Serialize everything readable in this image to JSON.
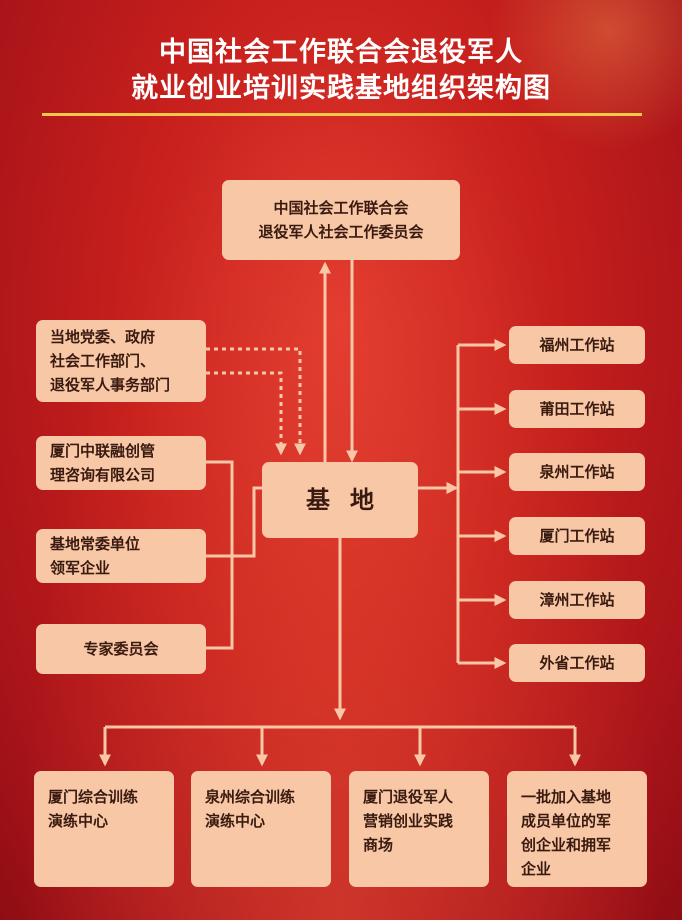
{
  "title": {
    "line1": "中国社会工作联合会退役军人",
    "line2": "就业创业培训实践基地组织架构图"
  },
  "nodes": {
    "top": {
      "line1": "中国社会工作联合会",
      "line2": "退役军人社会工作委员会"
    },
    "base": "基地",
    "party": {
      "line1": "当地党委、政府",
      "line2": "社会工作部门、",
      "line3": "退役军人事务部门"
    },
    "xiamen_consult": {
      "line1": "厦门中联融创管",
      "line2": "理咨询有限公司"
    },
    "standing": {
      "line1": "基地常委单位",
      "line2": "领军企业"
    },
    "experts": "专家委员会",
    "stations": [
      "福州工作站",
      "莆田工作站",
      "泉州工作站",
      "厦门工作站",
      "漳州工作站",
      "外省工作站"
    ],
    "bottom": [
      {
        "line1": "厦门综合训练",
        "line2": "演练中心"
      },
      {
        "line1": "泉州综合训练",
        "line2": "演练中心"
      },
      {
        "line1": "厦门退役军人",
        "line2": "营销创业实践",
        "line3": "商场"
      },
      {
        "line1": "一批加入基地",
        "line2": "成员单位的军",
        "line3": "创企业和拥军",
        "line4": "企业"
      }
    ]
  },
  "colors": {
    "background": "#c61f1c",
    "box_fill": "#f8c8a6",
    "connector": "#f8c8a6",
    "title_rule": "#f2c84b",
    "title_text": "#ffffff"
  }
}
